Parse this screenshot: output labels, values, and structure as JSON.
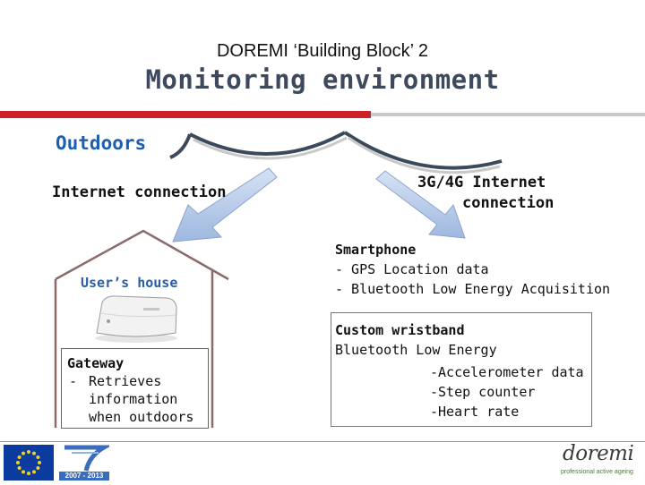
{
  "header": {
    "subtitle": "DOREMI ‘Building Block’ 2",
    "title": "Monitoring environment"
  },
  "diagram": {
    "outdoors_label": "Outdoors",
    "internet_connection_label": "Internet connection",
    "mobile_connection_line1": "3G/4G Internet",
    "mobile_connection_line2": "connection",
    "house_label": "User’s house",
    "gateway": {
      "title": "Gateway",
      "dash": "-",
      "line1": "Retrieves",
      "line2": "information",
      "line3": "when outdoors"
    },
    "smartphone": {
      "title": "Smartphone",
      "item1": "-  GPS Location data",
      "item2": "-  Bluetooth Low Energy Acquisition"
    },
    "wristband": {
      "title": "Custom wristband",
      "subtitle": "Bluetooth Low Energy",
      "item1": "-Accelerometer data",
      "item2": "-Step counter",
      "item3": "-Heart rate"
    }
  },
  "footer": {
    "fp7_years": "2007 - 2013",
    "doremi_logo": "doremi",
    "doremi_tagline": "professional active ageing"
  },
  "colors": {
    "accent_red": "#d0202a",
    "title_blue_grey": "#3d4a5e",
    "outdoors_blue": "#1c5fb0",
    "arrow_fill": "#aec4e6"
  }
}
